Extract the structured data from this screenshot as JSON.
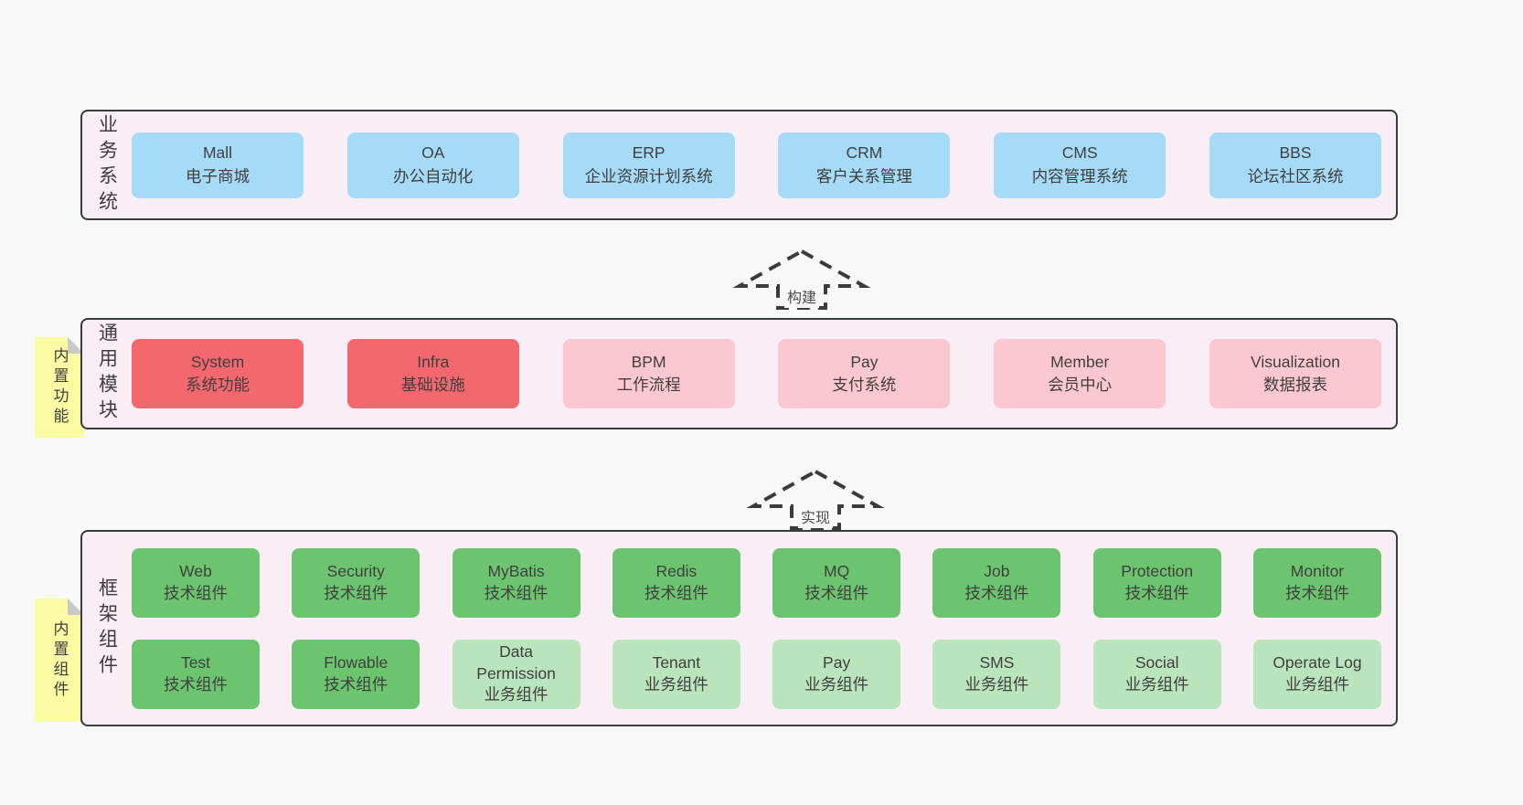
{
  "colors": {
    "page-bg": "#f8f8f8",
    "band-bg": "#f9edf6",
    "band-border": "#3b3b3b",
    "box-blue": "#a6dbf7",
    "box-red": "#f2686e",
    "box-pink": "#fbc8d2",
    "box-green": "#6cc56e",
    "box-green-light": "#bae4bb",
    "sticky-yellow": "#fbfba3",
    "sticky-fold": "#c9c9c9",
    "text": "#3d3d3d"
  },
  "arrows": [
    {
      "label": "构建"
    },
    {
      "label": "实现"
    }
  ],
  "bands": [
    {
      "label": "业务系统",
      "items": [
        {
          "title": "Mall",
          "subtitle": "电子商城"
        },
        {
          "title": "OA",
          "subtitle": "办公自动化"
        },
        {
          "title": "ERP",
          "subtitle": "企业资源计划系统"
        },
        {
          "title": "CRM",
          "subtitle": "客户关系管理"
        },
        {
          "title": "CMS",
          "subtitle": "内容管理系统"
        },
        {
          "title": "BBS",
          "subtitle": "论坛社区系统"
        }
      ]
    },
    {
      "label": "通用模块",
      "sticky": "内置功能",
      "items": [
        {
          "title": "System",
          "subtitle": "系统功能"
        },
        {
          "title": "Infra",
          "subtitle": "基础设施"
        },
        {
          "title": "BPM",
          "subtitle": "工作流程"
        },
        {
          "title": "Pay",
          "subtitle": "支付系统"
        },
        {
          "title": "Member",
          "subtitle": "会员中心"
        },
        {
          "title": "Visualization",
          "subtitle": "数据报表"
        }
      ]
    },
    {
      "label": "框架组件",
      "sticky": "内置组件",
      "rows": [
        [
          {
            "title": "Web",
            "subtitle": "技术组件"
          },
          {
            "title": "Security",
            "subtitle": "技术组件"
          },
          {
            "title": "MyBatis",
            "subtitle": "技术组件"
          },
          {
            "title": "Redis",
            "subtitle": "技术组件"
          },
          {
            "title": "MQ",
            "subtitle": "技术组件"
          },
          {
            "title": "Job",
            "subtitle": "技术组件"
          },
          {
            "title": "Protection",
            "subtitle": "技术组件"
          },
          {
            "title": "Monitor",
            "subtitle": "技术组件"
          }
        ],
        [
          {
            "title": "Test",
            "subtitle": "技术组件"
          },
          {
            "title": "Flowable",
            "subtitle": "技术组件"
          },
          {
            "title": "Data Permission",
            "subtitle": "业务组件"
          },
          {
            "title": "Tenant",
            "subtitle": "业务组件"
          },
          {
            "title": "Pay",
            "subtitle": "业务组件"
          },
          {
            "title": "SMS",
            "subtitle": "业务组件"
          },
          {
            "title": "Social",
            "subtitle": "业务组件"
          },
          {
            "title": "Operate Log",
            "subtitle": "业务组件"
          }
        ]
      ]
    }
  ]
}
